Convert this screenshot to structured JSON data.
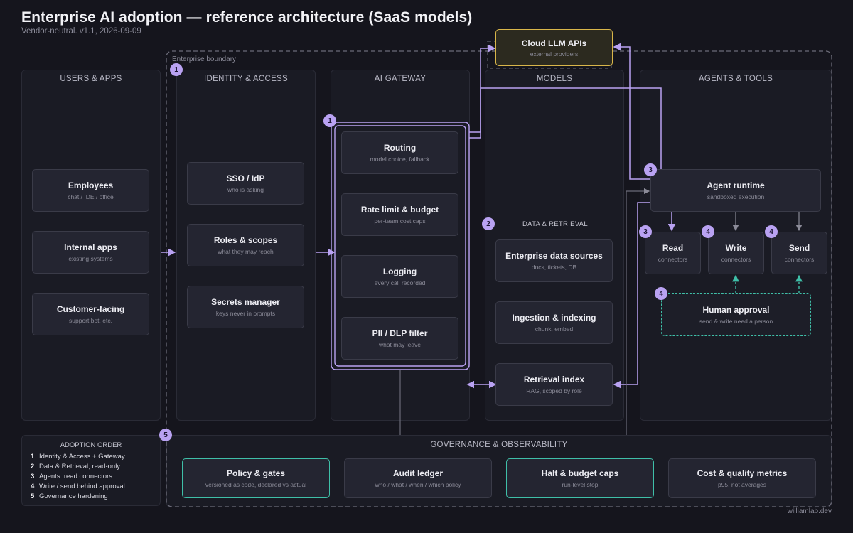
{
  "header": {
    "title": "Enterprise AI adoption — reference architecture (SaaS models)",
    "subtitle": "Vendor-neutral. v1.1, 2026-09-09"
  },
  "boundary": {
    "label": "Enterprise boundary"
  },
  "cloud": {
    "title": "Cloud LLM APIs",
    "sub": "external providers"
  },
  "columns": {
    "users": {
      "title": "USERS & APPS",
      "nodes": [
        {
          "title": "Employees",
          "sub": "chat / IDE / office"
        },
        {
          "title": "Internal apps",
          "sub": "existing systems"
        },
        {
          "title": "Customer-facing",
          "sub": "support bot, etc."
        }
      ]
    },
    "identity": {
      "title": "IDENTITY & ACCESS",
      "nodes": [
        {
          "title": "SSO / IdP",
          "sub": "who is asking"
        },
        {
          "title": "Roles & scopes",
          "sub": "what they may reach"
        },
        {
          "title": "Secrets manager",
          "sub": "keys never in prompts"
        }
      ]
    },
    "gateway": {
      "title": "AI GATEWAY",
      "nodes": [
        {
          "title": "Routing",
          "sub": "model choice, fallback"
        },
        {
          "title": "Rate limit & budget",
          "sub": "per-team cost caps"
        },
        {
          "title": "Logging",
          "sub": "every call recorded"
        },
        {
          "title": "PII / DLP filter",
          "sub": "what may leave"
        }
      ]
    },
    "models": {
      "title": "MODELS",
      "section": "DATA & RETRIEVAL",
      "nodes": [
        {
          "title": "Enterprise data sources",
          "sub": "docs, tickets, DB"
        },
        {
          "title": "Ingestion & indexing",
          "sub": "chunk, embed"
        },
        {
          "title": "Retrieval index",
          "sub": "RAG, scoped by role"
        }
      ]
    },
    "agents": {
      "title": "AGENTS & TOOLS",
      "runtime": {
        "title": "Agent runtime",
        "sub": "sandboxed execution"
      },
      "tools": [
        {
          "title": "Read",
          "sub": "connectors"
        },
        {
          "title": "Write",
          "sub": "connectors"
        },
        {
          "title": "Send",
          "sub": "connectors"
        }
      ],
      "approval": {
        "title": "Human approval",
        "sub": "send & write need a person"
      }
    }
  },
  "governance": {
    "title": "GOVERNANCE & OBSERVABILITY",
    "nodes": [
      {
        "title": "Policy & gates",
        "sub": "versioned as code, declared vs actual"
      },
      {
        "title": "Audit ledger",
        "sub": "who / what / when / which policy"
      },
      {
        "title": "Halt & budget caps",
        "sub": "run-level stop"
      },
      {
        "title": "Cost & quality metrics",
        "sub": "p95, not averages"
      }
    ]
  },
  "adoption": {
    "title": "ADOPTION ORDER",
    "items": [
      {
        "n": "1",
        "text": "Identity & Access + Gateway"
      },
      {
        "n": "2",
        "text": "Data & Retrieval, read-only"
      },
      {
        "n": "3",
        "text": "Agents: read connectors"
      },
      {
        "n": "4",
        "text": "Write / send behind approval"
      },
      {
        "n": "5",
        "text": "Governance hardening"
      }
    ]
  },
  "badges": {
    "boundary": "1",
    "gateway": "1",
    "data": "2",
    "runtime": "3",
    "read": "3",
    "write": "4",
    "send": "4",
    "approval": "4",
    "governance": "5"
  },
  "footer": {
    "credit": "williamlab.dev"
  },
  "colors": {
    "background": "#15151d",
    "panel": "#1a1b24",
    "node": "#242531",
    "accent_purple": "#b9a2f2",
    "accent_teal": "#3fbfa8",
    "accent_gold": "#d9b64a"
  }
}
